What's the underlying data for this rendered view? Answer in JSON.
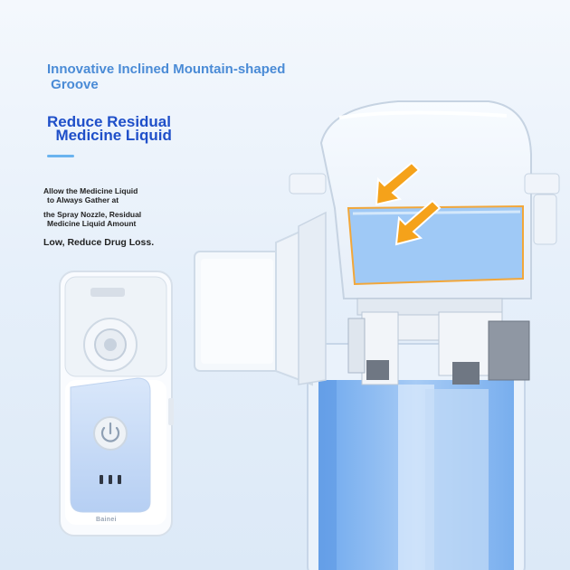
{
  "texts": {
    "heading_line1": "Innovative Inclined Mountain-shaped",
    "heading_line2": " Groove",
    "subheading_line1": "Reduce Residual",
    "subheading_line2": "  Medicine Liquid",
    "body_line1": "Allow the Medicine Liquid",
    "body_line2": "to Always Gather at",
    "body_line3": "the Spray Nozzle, Residual",
    "body_line4": "Medicine Liquid Amount",
    "body_line5": "Low, Reduce Drug Loss.",
    "brand": "Bainei"
  },
  "colors": {
    "heading": "#4a8bd6",
    "subheading": "#1f4fc9",
    "liquid": "#9fc9f6",
    "arrow": "#f5a21a",
    "device_panel": "#c9ddf7"
  },
  "icons": {
    "power": "power-icon",
    "arrows": "arrow-icon"
  }
}
